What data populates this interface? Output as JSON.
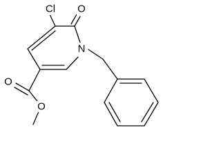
{
  "molecule": {
    "atoms": {
      "chlorine": "Cl",
      "carbonyl_oxygen": "O",
      "ring_nitrogen": "N",
      "ester_carbonyl_oxygen": "O",
      "ester_ether_oxygen": "O"
    },
    "colors": {
      "bond": "#000000",
      "label": "#000000",
      "background": "#ffffff"
    }
  }
}
